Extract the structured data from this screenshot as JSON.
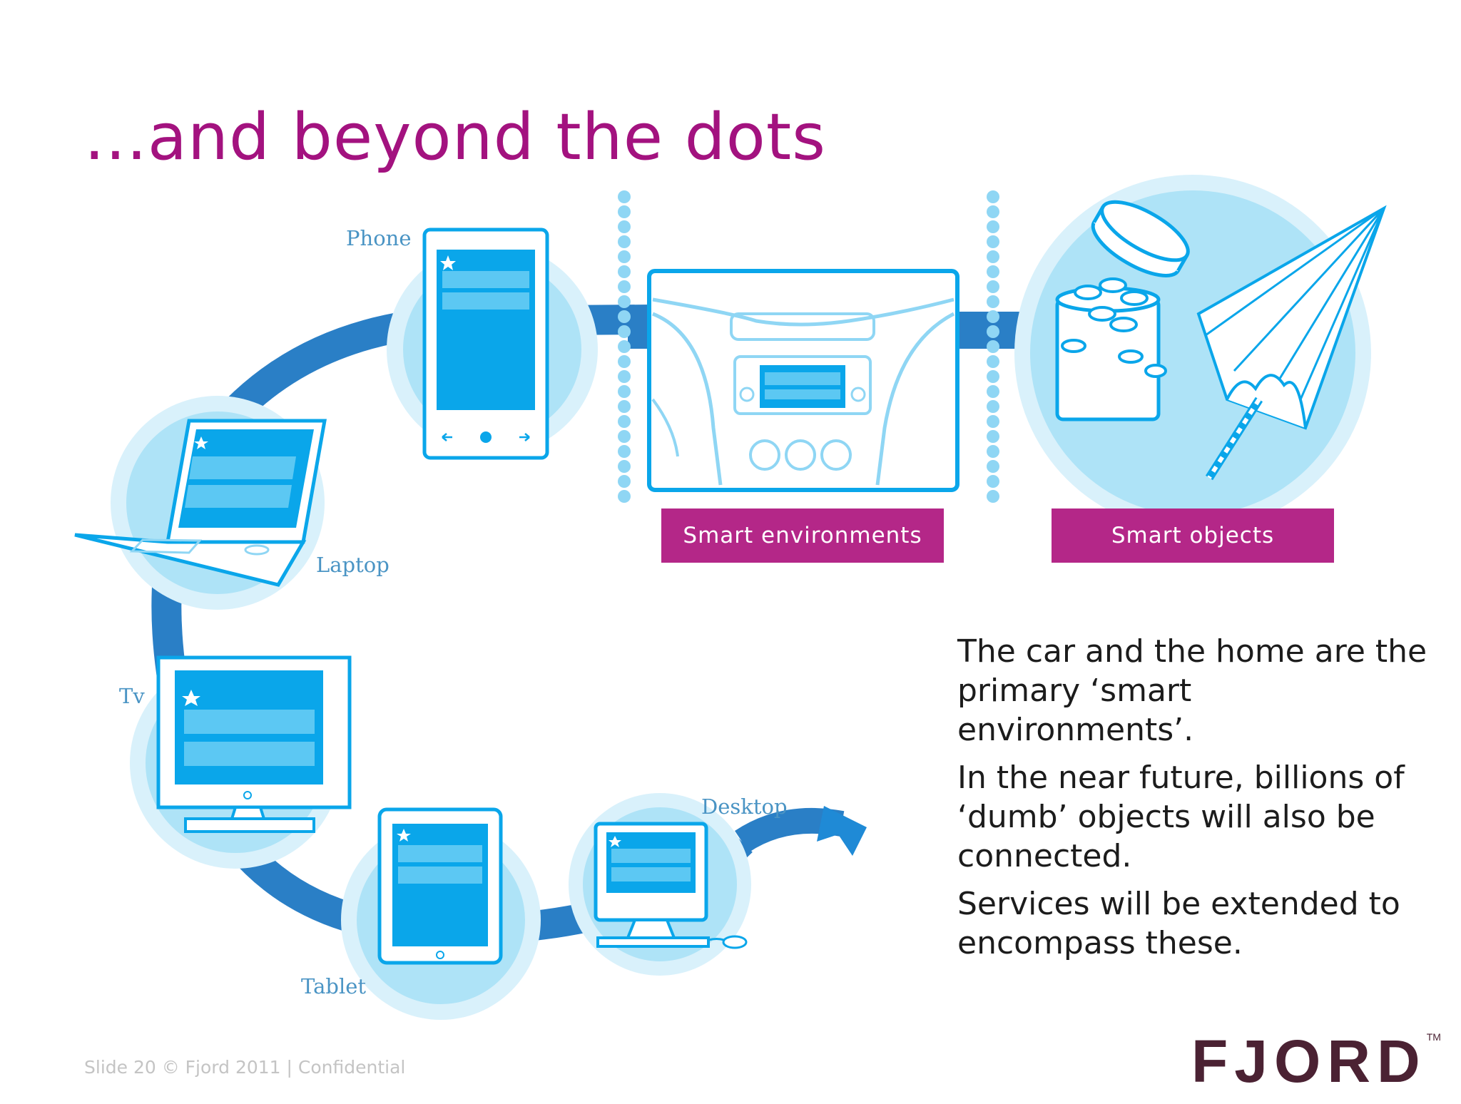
{
  "slide": {
    "title": "...and beyond the dots"
  },
  "devices": {
    "phone": "Phone",
    "laptop": "Laptop",
    "tv": "Tv",
    "tablet": "Tablet",
    "desktop": "Desktop"
  },
  "tags": {
    "smart_environments": "Smart environments",
    "smart_objects": "Smart objects"
  },
  "body": {
    "paragraph_1": "The car and the home are the primary ‘smart environments’.",
    "paragraph_2": "In the near future, billions of ‘dumb’ objects will also be connected.",
    "paragraph_3": "Services will be extended to encompass these."
  },
  "footer": {
    "text": "Slide 20  © Fjord 2011 | Confidential"
  },
  "logo": {
    "wordmark": "FJORD",
    "trademark": "TM"
  },
  "colors": {
    "title": "#a3127f",
    "tag_background": "#b42788",
    "diagram_blue": "#2a7fc6",
    "circle_light": "#aee3f7",
    "screen": "#0aa6ea",
    "logo": "#4b2233"
  }
}
